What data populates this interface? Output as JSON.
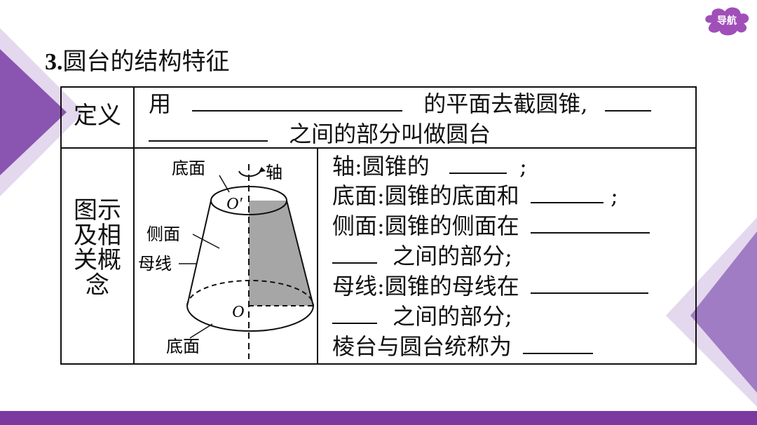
{
  "nav": {
    "label": "导航"
  },
  "section": {
    "number": "3.",
    "title": "圆台的结构特征"
  },
  "table": {
    "row1_header": "定义",
    "def_line1_a": "用",
    "def_line1_b": "的平面去截圆锥,",
    "def_line2": "之间的部分叫做圆台",
    "row2_header_lines": [
      "图示",
      "及相",
      "关概",
      "念"
    ],
    "concepts": {
      "axis": "轴:圆锥的",
      "axis_end": ";",
      "base": "底面:圆锥的底面和",
      "base_end": ";",
      "lateral": "侧面:圆锥的侧面在",
      "lateral_cont": "之间的部分;",
      "generatrix": "母线:圆锥的母线在",
      "generatrix_cont": "之间的部分;",
      "name": "棱台与圆台统称为"
    }
  },
  "diagram": {
    "label_base_top": "底面",
    "label_axis": "轴",
    "label_top_center": "O′",
    "label_lateral": "侧面",
    "label_generatrix": "母线",
    "label_bottom_center": "O",
    "label_base_bottom": "底面"
  },
  "colors": {
    "accent": "#7a3aa0",
    "decor_light": "#c9b3dc",
    "shade": "#a6a6a6"
  }
}
